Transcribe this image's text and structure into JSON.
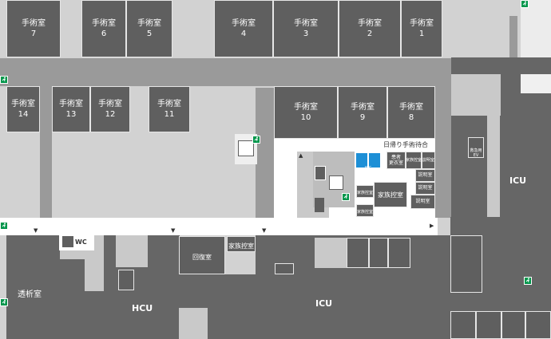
{
  "rooms": {
    "or7": {
      "name": "手術室",
      "number": "7"
    },
    "or6": {
      "name": "手術室",
      "number": "6"
    },
    "or5": {
      "name": "手術室",
      "number": "5"
    },
    "or4": {
      "name": "手術室",
      "number": "4"
    },
    "or3": {
      "name": "手術室",
      "number": "3"
    },
    "or2": {
      "name": "手術室",
      "number": "2"
    },
    "or1": {
      "name": "手術室",
      "number": "1"
    },
    "or14": {
      "name": "手術室",
      "number": "14"
    },
    "or13": {
      "name": "手術室",
      "number": "13"
    },
    "or12": {
      "name": "手術室",
      "number": "12"
    },
    "or11": {
      "name": "手術室",
      "number": "11"
    },
    "or10": {
      "name": "手術室",
      "number": "10"
    },
    "or9": {
      "name": "手術室",
      "number": "9"
    },
    "or8": {
      "name": "手術室",
      "number": "8"
    }
  },
  "labels": {
    "icu_right": "ICU",
    "icu_bottom": "ICU",
    "hcu": "HCU",
    "dialysis": "透析室",
    "recovery": "回復室",
    "family_wait_bottom": "家族控室",
    "family_wait_center": "家族控室",
    "family_wait_small_a": "家族控室",
    "family_wait_small_b": "家族控室",
    "family_wait_small_c": "家族控室",
    "day_surgery_wait": "日帰り手術待合",
    "patient_changing": [
      "患者",
      "更衣室"
    ],
    "explanation_1": "説明室",
    "explanation_2": "説明室",
    "explanation_3": "説明室",
    "explanation_4": "説明室",
    "wc": "WC",
    "accessible_wc": "WC",
    "elevator_label": [
      "救急用",
      "EV"
    ]
  },
  "icons": {
    "exit": "emergency-exit-icon",
    "stairs": "stairs-icon",
    "toilet": "toilet-icon",
    "wheelchair": "wheelchair-icon",
    "elevator": "elevator-icon",
    "direction": "arrow-marker-icon"
  },
  "colors": {
    "room": "#5f5f5f",
    "corridor": "#ffffff",
    "exit": "#00964b",
    "accessible": "#1d8fd6",
    "background": "#d2d2d2"
  }
}
